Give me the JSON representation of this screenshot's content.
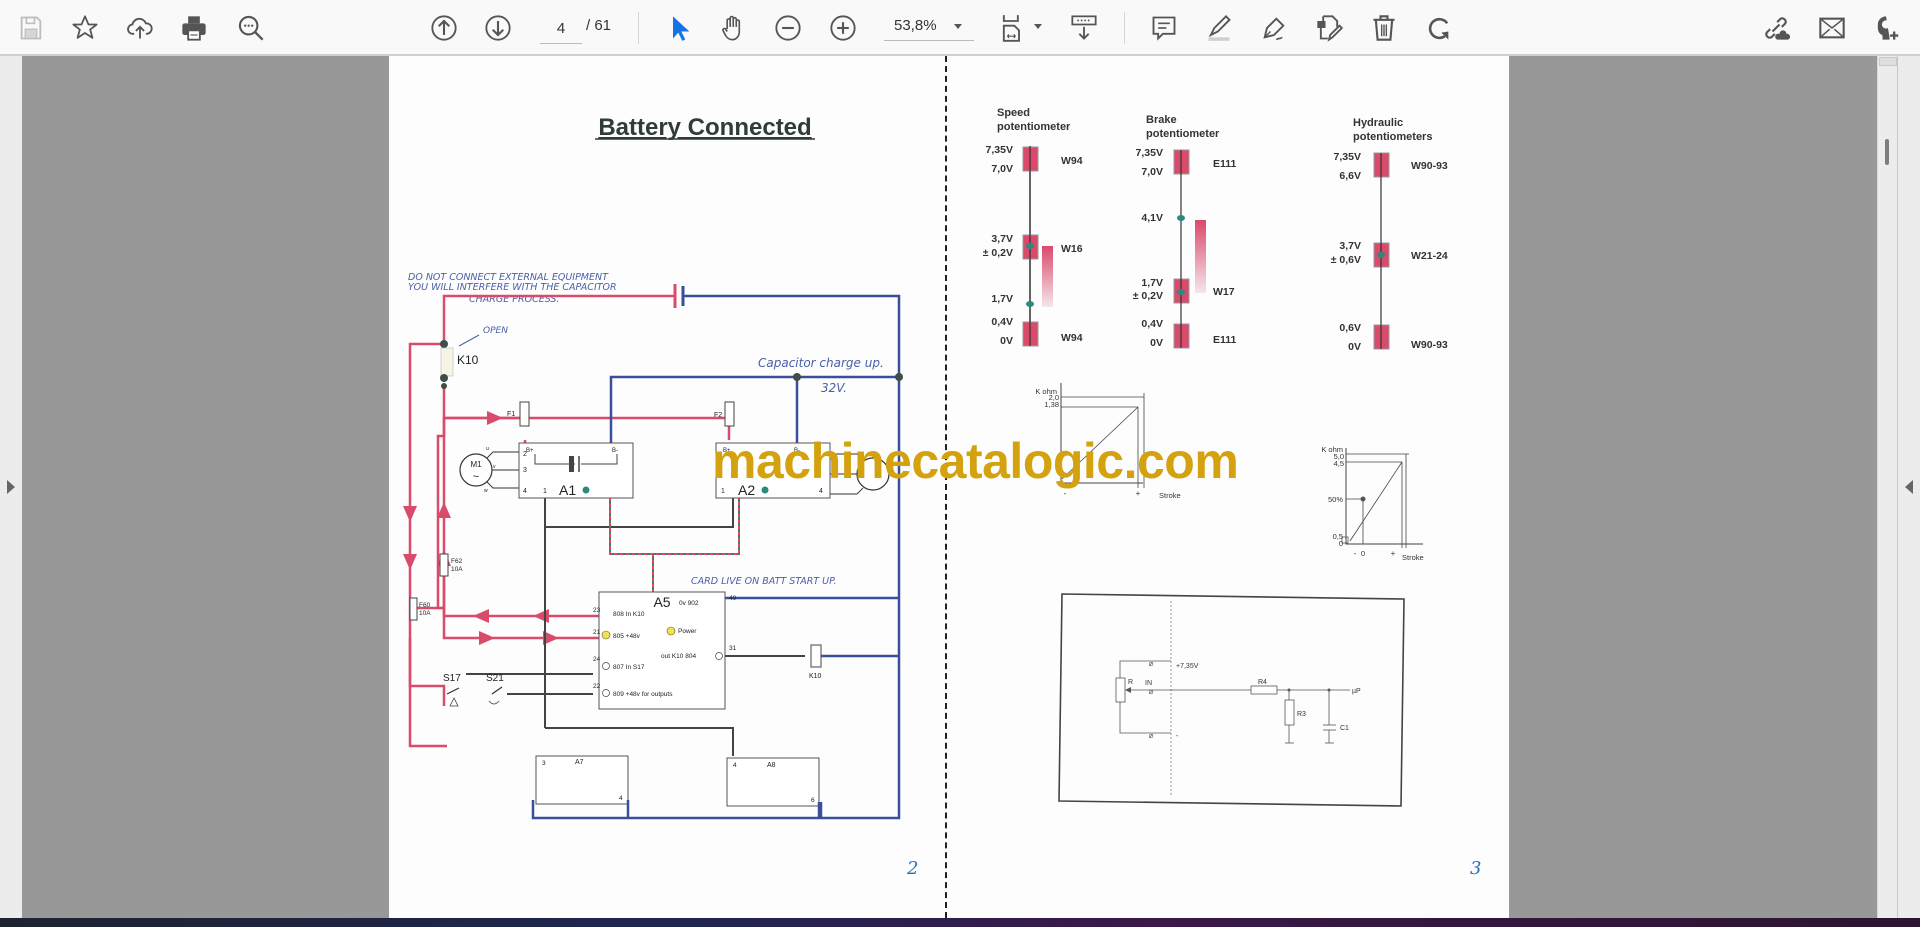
{
  "toolbar": {
    "left_icons": [
      {
        "name": "save-icon",
        "label": "Save",
        "enabled": false
      },
      {
        "name": "bookmark-star-icon",
        "label": "Bookmark"
      },
      {
        "name": "upload-cloud-icon",
        "label": "Upload"
      },
      {
        "name": "print-icon",
        "label": "Print"
      },
      {
        "name": "find-search-icon",
        "label": "Find"
      }
    ],
    "nav": {
      "prev_page_label": "Previous page",
      "next_page_label": "Next page",
      "current_page": "4",
      "total_pages": "/ 61"
    },
    "tools": {
      "select_label": "Selection tool",
      "hand_label": "Hand tool",
      "zoom_out_label": "Zoom out",
      "zoom_in_label": "Zoom in",
      "zoom_value": "53,8%",
      "page_fit_label": "Page fit",
      "scroll_mode_label": "Scrolling mode"
    },
    "annotation_icons": [
      {
        "name": "comment-icon",
        "label": "Comment"
      },
      {
        "name": "highlight-icon",
        "label": "Highlight"
      },
      {
        "name": "sign-pen-icon",
        "label": "Fill & Sign"
      },
      {
        "name": "edit-pdf-icon",
        "label": "Edit PDF"
      },
      {
        "name": "trash-icon",
        "label": "Delete"
      },
      {
        "name": "rotate-icon",
        "label": "Rotate"
      }
    ],
    "share_icons": [
      {
        "name": "share-link-icon",
        "label": "Share link"
      },
      {
        "name": "email-icon",
        "label": "Email"
      },
      {
        "name": "add-user-icon",
        "label": "Add user"
      }
    ],
    "accent_color": "#1473e6"
  },
  "watermark": "machinecatalogic.com",
  "left_page": {
    "title": "Battery Connected",
    "page_number": "2",
    "handwritten_notes": {
      "warning_line1": "DO NOT CONNECT EXTERNAL EQUIPMENT",
      "warning_line2": "YOU WILL INTERFERE WITH THE CAPACITOR",
      "warning_line3": "CHARGE PROCESS.",
      "open": "OPEN",
      "capacitor_charge": "Capacitor charge up.",
      "voltage": "32V.",
      "card_live": "CARD LIVE ON BATT START UP."
    },
    "components": {
      "k10": "K10",
      "k10_coil": "K10",
      "f1": "F1",
      "f2": "F2",
      "f62": "F62",
      "f62_rating": "10A",
      "f60": "F60",
      "f60_rating": "10A",
      "m1": "M1",
      "m1_symbol": "~",
      "a1": "A1",
      "a2": "A2",
      "a5": "A5",
      "a7": "A7",
      "a8": "A8",
      "s17": "S17",
      "s21": "S21",
      "b_plus": "B+",
      "b_minus": "B-",
      "u": "u",
      "v": "v",
      "w": "w"
    },
    "a5_pins": {
      "p23": "23",
      "p21": "21",
      "p24": "24",
      "p22": "22",
      "p40": "40",
      "p31": "31",
      "l808": "808 In K10",
      "l805": "805 +48v",
      "l807": "807 In S17",
      "l809": "809 +48v for outputs",
      "l902": "0v 902",
      "l804": "out K10 804",
      "power": "Power"
    },
    "pins": {
      "two": "2",
      "three": "3",
      "four": "4",
      "one": "1",
      "six": "6"
    }
  },
  "right_page": {
    "page_number": "3",
    "potentiometers": [
      {
        "title_line1": "Speed",
        "title_line2": "potentiometer",
        "labels": {
          "top_hi": "7,35V",
          "top_lo": "7,0V",
          "mid": "3,7V",
          "mid_tol": "± 0,2V",
          "low_dot": "1,7V",
          "bot_hi": "0,4V",
          "bot_lo": "0V"
        },
        "codes": {
          "top": "W94",
          "mid": "W16",
          "bottom": "W94"
        }
      },
      {
        "title_line1": "Brake",
        "title_line2": "potentiometer",
        "labels": {
          "top_hi": "7,35V",
          "top_lo": "7,0V",
          "dot": "4,1V",
          "mid": "1,7V",
          "mid_tol": "± 0,2V",
          "bot_hi": "0,4V",
          "bot_lo": "0V"
        },
        "codes": {
          "top": "E111",
          "mid": "W17",
          "bottom": "E111"
        }
      },
      {
        "title_line1": "Hydraulic",
        "title_line2": "potentiometers",
        "labels": {
          "top_hi": "7,35V",
          "top_lo": "6,6V",
          "mid": "3,7V",
          "mid_tol": "± 0,6V",
          "bot_hi": "0,6V",
          "bot_lo": "0V"
        },
        "codes": {
          "top": "W90-93",
          "mid": "W21-24",
          "bottom": "W90-93"
        }
      }
    ],
    "graph1": {
      "ylabel": "K ohm",
      "y_max": "2,0",
      "y_hi": "1,38",
      "x_minus": "-",
      "x_plus": "+",
      "xlabel": "Stroke"
    },
    "graph2": {
      "ylabel": "K ohm",
      "y_max": "5,0",
      "y_hi": "4,5",
      "y_mid": "50%",
      "y_lo": "0,5",
      "y_zero": "0",
      "x_minus": "-",
      "x_zero": "0",
      "x_plus": "+",
      "xlabel": "Stroke"
    },
    "circuit": {
      "supply": "+7,35V",
      "r": "R",
      "in": "IN",
      "minus": "-",
      "r4": "R4",
      "r3": "R3",
      "c1": "C1",
      "out": "µP"
    }
  }
}
